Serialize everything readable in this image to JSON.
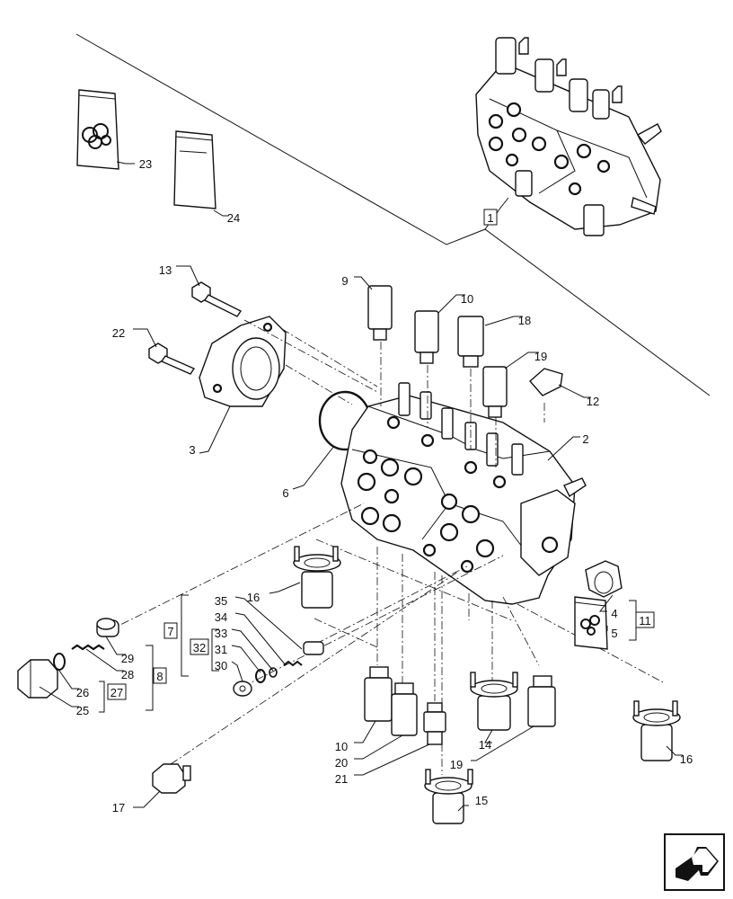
{
  "diagram": {
    "callouts": [
      {
        "id": "c1",
        "text": "1",
        "boxed": true
      },
      {
        "id": "c2",
        "text": "2",
        "boxed": false
      },
      {
        "id": "c3",
        "text": "3",
        "boxed": false
      },
      {
        "id": "c4",
        "text": "4",
        "boxed": false
      },
      {
        "id": "c5",
        "text": "5",
        "boxed": false
      },
      {
        "id": "c6",
        "text": "6",
        "boxed": false
      },
      {
        "id": "c7",
        "text": "7",
        "boxed": true
      },
      {
        "id": "c8",
        "text": "8",
        "boxed": true
      },
      {
        "id": "c9",
        "text": "9",
        "boxed": false
      },
      {
        "id": "c10a",
        "text": "10",
        "boxed": false
      },
      {
        "id": "c10b",
        "text": "10",
        "boxed": false
      },
      {
        "id": "c11",
        "text": "11",
        "boxed": true
      },
      {
        "id": "c12",
        "text": "12",
        "boxed": false
      },
      {
        "id": "c13",
        "text": "13",
        "boxed": false
      },
      {
        "id": "c14",
        "text": "14",
        "boxed": false
      },
      {
        "id": "c15",
        "text": "15",
        "boxed": false
      },
      {
        "id": "c16a",
        "text": "16",
        "boxed": false
      },
      {
        "id": "c16b",
        "text": "16",
        "boxed": false
      },
      {
        "id": "c17",
        "text": "17",
        "boxed": false
      },
      {
        "id": "c18",
        "text": "18",
        "boxed": false
      },
      {
        "id": "c19a",
        "text": "19",
        "boxed": false
      },
      {
        "id": "c19b",
        "text": "19",
        "boxed": false
      },
      {
        "id": "c20",
        "text": "20",
        "boxed": false
      },
      {
        "id": "c21",
        "text": "21",
        "boxed": false
      },
      {
        "id": "c22",
        "text": "22",
        "boxed": false
      },
      {
        "id": "c23",
        "text": "23",
        "boxed": false
      },
      {
        "id": "c24",
        "text": "24",
        "boxed": false
      },
      {
        "id": "c25",
        "text": "25",
        "boxed": false
      },
      {
        "id": "c26",
        "text": "26",
        "boxed": false
      },
      {
        "id": "c27",
        "text": "27",
        "boxed": true
      },
      {
        "id": "c28",
        "text": "28",
        "boxed": false
      },
      {
        "id": "c29",
        "text": "29",
        "boxed": false
      },
      {
        "id": "c30",
        "text": "30",
        "boxed": false
      },
      {
        "id": "c31",
        "text": "31",
        "boxed": false
      },
      {
        "id": "c32",
        "text": "32",
        "boxed": true
      },
      {
        "id": "c33",
        "text": "33",
        "boxed": false
      },
      {
        "id": "c34",
        "text": "34",
        "boxed": false
      },
      {
        "id": "c35",
        "text": "35",
        "boxed": false
      }
    ],
    "nav_icon": "next-page-arrow-icon"
  }
}
